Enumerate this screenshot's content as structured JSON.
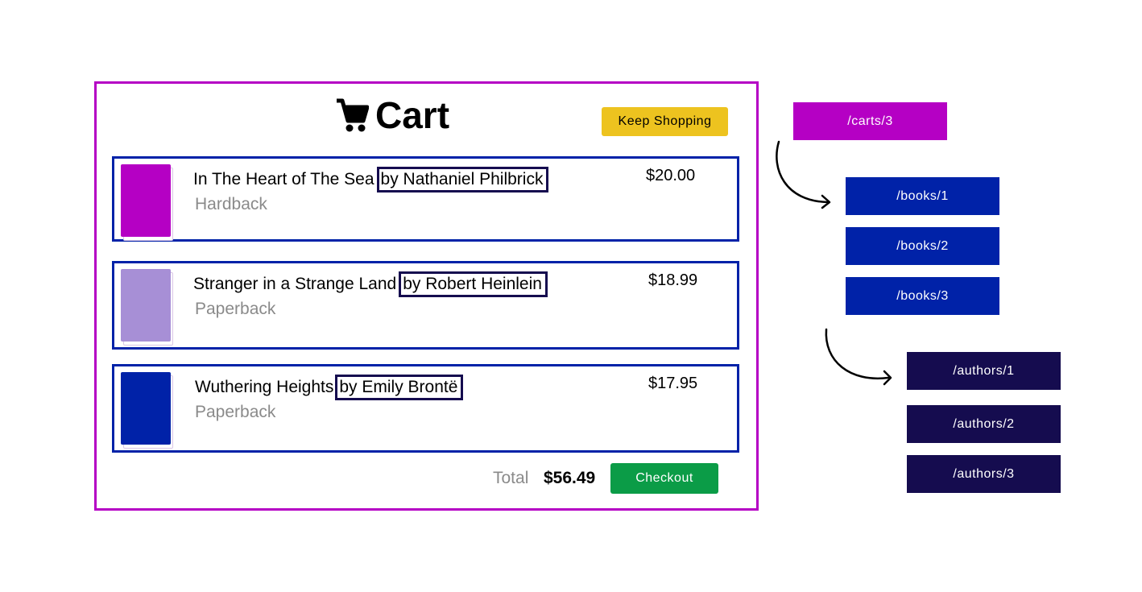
{
  "cart": {
    "title": "Cart",
    "icon": "shopping-cart-icon",
    "keep_shopping_label": "Keep Shopping",
    "items": [
      {
        "title": "In The Heart of The Sea",
        "author": "by Nathaniel Philbrick",
        "format": "Hardback",
        "price": "$20.00",
        "cover_color": "#b500c4"
      },
      {
        "title": "Stranger in a Strange Land",
        "author": "by Robert Heinlein",
        "format": "Paperback",
        "price": "$18.99",
        "cover_color": "#a78fd6"
      },
      {
        "title": "Wuthering Heights",
        "author": "by Emily Brontë",
        "format": "Paperback",
        "price": "$17.95",
        "cover_color": "#0022a8"
      }
    ],
    "total_label": "Total",
    "total_value": "$56.49",
    "checkout_label": "Checkout"
  },
  "routes": {
    "cart": "/carts/3",
    "books": [
      "/books/1",
      "/books/2",
      "/books/3"
    ],
    "authors": [
      "/authors/1",
      "/authors/2",
      "/authors/3"
    ]
  },
  "colors": {
    "cart_border": "#b500c4",
    "item_border": "#0022a8",
    "author_border": "#150c4f",
    "keep_shopping": "#edc31f",
    "checkout": "#0b9c47"
  }
}
